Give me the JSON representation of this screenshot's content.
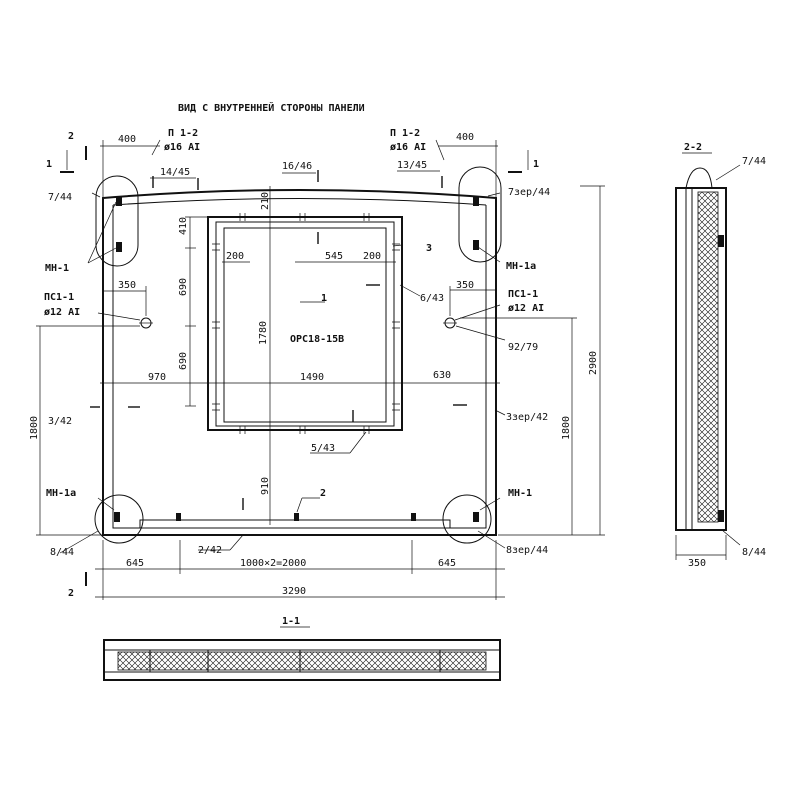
{
  "title": "ВИД С ВНУТРЕННЕЙ СТОРОНЫ ПАНЕЛИ",
  "section_2_2": "2-2",
  "section_1_1": "1-1",
  "opening_mark": "ОРС18-15В",
  "labels": {
    "cut2": "2",
    "cut1": "1",
    "p12": "П 1-2",
    "d16": "ø16 AI",
    "d12": "ø12 AI",
    "ps11": "ПС1-1",
    "mn1": "МН-1",
    "mn1a": "МН-1а",
    "n1": "1",
    "n2": "2",
    "n3": "3",
    "r7_44": "7/44",
    "r7z_44": "7зер/44",
    "r14_45": "14/45",
    "r16_46": "16/46",
    "r13_45": "13/45",
    "r6_43": "6/43",
    "r92_79": "92/79",
    "r3_42": "3/42",
    "r3z_42": "3зер/42",
    "r5_43": "5/43",
    "r8_44": "8/44",
    "r8z_44": "8зер/44",
    "r2_42": "2/42"
  },
  "dims": {
    "d400": "400",
    "d350": "350",
    "d210": "210",
    "d410": "410",
    "d200": "200",
    "d545": "545",
    "d690": "690",
    "d1780": "1780",
    "d970": "970",
    "d1490": "1490",
    "d630": "630",
    "d2900": "2900",
    "d1800": "1800",
    "d910": "910",
    "d645": "645",
    "d2000": "1000×2=2000",
    "d3290": "3290"
  }
}
